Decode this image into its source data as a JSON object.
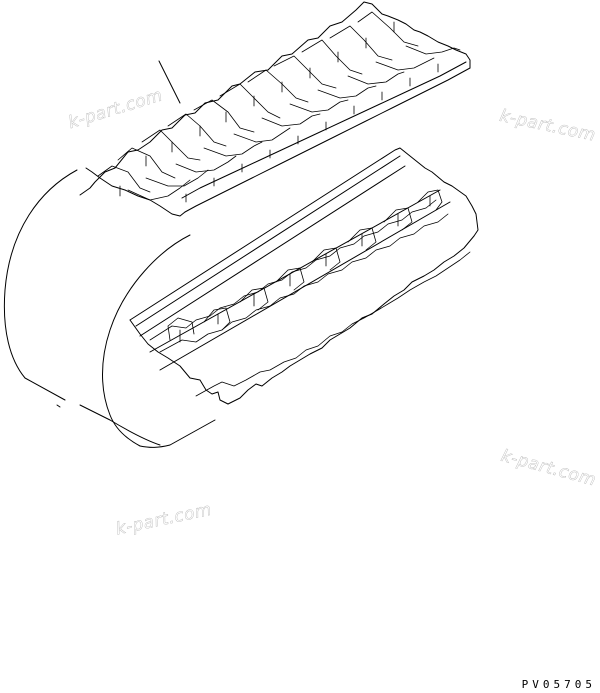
{
  "diagram": {
    "subject": "rubber crawler track (isometric parts view)",
    "drawing_code": "PV05705",
    "watermarks": [
      "k-part.com",
      "k-part.com",
      "k-part.com",
      "k-part.com"
    ],
    "leader_line": {
      "label": "",
      "points_to": "track-tread-lug"
    },
    "components": [
      {
        "name": "outer-tread-surface",
        "feature": "chevron lugs"
      },
      {
        "name": "inner-guide-surface",
        "feature": "core metal / drive lugs"
      },
      {
        "name": "track-loop-end",
        "feature": "curved return"
      }
    ],
    "line_color": "#000000",
    "watermark_color": "#c0c0c0",
    "background_color": "#ffffff"
  }
}
